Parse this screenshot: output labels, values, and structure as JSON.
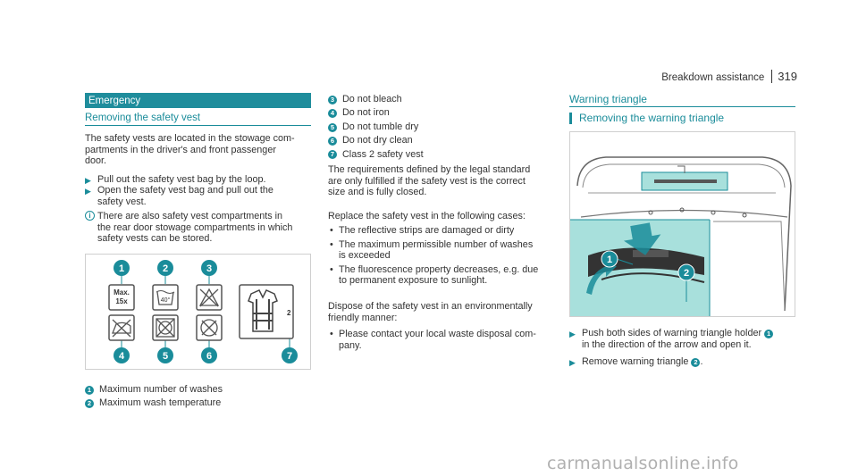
{
  "header": {
    "section": "Breakdown assistance",
    "page": "319"
  },
  "left": {
    "section_bar": "Emergency",
    "subheading": "Removing the safety vest",
    "intro": [
      "The safety vests are located in the stowage com-",
      "partments in the driver's and front passenger",
      "door."
    ],
    "steps": [
      [
        "Pull out the safety vest bag by the loop."
      ],
      [
        "Open the safety vest bag and pull out the",
        "safety vest."
      ]
    ],
    "note": [
      "There are also safety vest compartments in",
      "the rear door stowage compartments in which",
      "safety vests can be stored."
    ],
    "figure_labels": {
      "max": "Max.",
      "max_count": "15x",
      "temp": "40°",
      "class": "2"
    },
    "legend": [
      {
        "num": "1",
        "text": "Maximum number of washes"
      },
      {
        "num": "2",
        "text": "Maximum wash temperature"
      }
    ]
  },
  "middle": {
    "legend": [
      {
        "num": "3",
        "text": "Do not bleach"
      },
      {
        "num": "4",
        "text": "Do not iron"
      },
      {
        "num": "5",
        "text": "Do not tumble dry"
      },
      {
        "num": "6",
        "text": "Do not dry clean"
      },
      {
        "num": "7",
        "text": "Class 2 safety vest"
      }
    ],
    "requirements": [
      "The requirements defined by the legal standard",
      "are only fulfilled if the safety vest is the correct",
      "size and is fully closed."
    ],
    "replace_intro": "Replace the safety vest in the following cases:",
    "replace_cases": [
      [
        "The reflective strips are damaged or dirty"
      ],
      [
        "The maximum permissible number of washes",
        "is exceeded"
      ],
      [
        "The fluorescence property decreases, e.g. due",
        "to permanent exposure to sunlight."
      ]
    ],
    "dispose": [
      "Dispose of the safety vest in an environmentally",
      "friendly manner:"
    ],
    "dispose_cases": [
      [
        "Please contact your local waste disposal com-",
        "pany."
      ]
    ]
  },
  "right": {
    "heading": "Warning triangle",
    "subheading": "Removing the warning triangle",
    "steps": [
      {
        "lines": [
          "Push both sides of warning triangle holder",
          "in the direction of the arrow and open it."
        ],
        "ref": "1"
      },
      {
        "lines": [
          "Remove warning triangle"
        ],
        "ref": "2"
      }
    ]
  },
  "watermark": "carmanualsonline.info",
  "colors": {
    "accent": "#1a8c9a",
    "bar": "#1f8d9c",
    "highlight": "#a8e0dc"
  }
}
